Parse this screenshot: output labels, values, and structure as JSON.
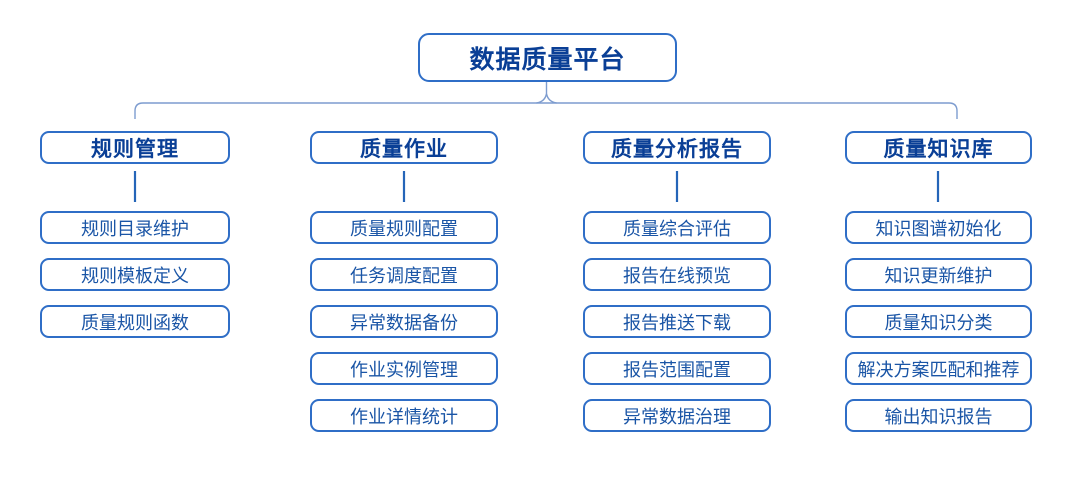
{
  "diagram": {
    "root": "数据质量平台",
    "branches": [
      {
        "label": "规则管理",
        "children": [
          "规则目录维护",
          "规则模板定义",
          "质量规则函数"
        ]
      },
      {
        "label": "质量作业",
        "children": [
          "质量规则配置",
          "任务调度配置",
          "异常数据备份",
          "作业实例管理",
          "作业详情统计"
        ]
      },
      {
        "label": "质量分析报告",
        "children": [
          "质量综合评估",
          "报告在线预览",
          "报告推送下载",
          "报告范围配置",
          "异常数据治理"
        ]
      },
      {
        "label": "质量知识库",
        "children": [
          "知识图谱初始化",
          "知识更新维护",
          "质量知识分类",
          "解决方案匹配和推荐",
          "输出知识报告"
        ]
      }
    ],
    "colors": {
      "box_border": "#2f6ec7",
      "bracket_line": "#7d9ccf",
      "stub_line": "#2565b8",
      "heading_text": "#0a3f96",
      "leaf_text": "#1a55a6",
      "background": "#ffffff"
    }
  }
}
